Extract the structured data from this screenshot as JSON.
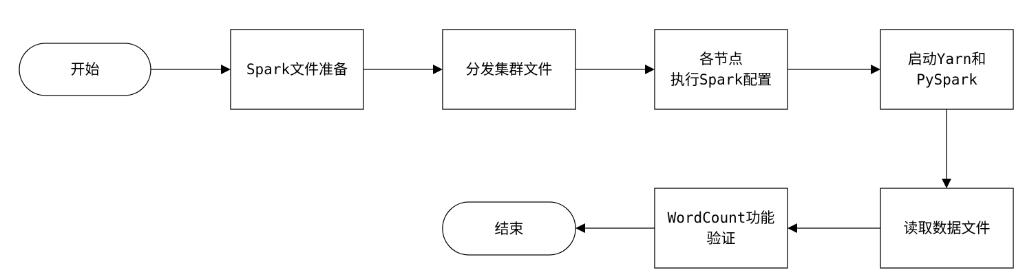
{
  "nodes": {
    "start": {
      "lines": [
        "开始"
      ]
    },
    "spark_prep": {
      "lines": [
        "Spark文件准备"
      ]
    },
    "distribute": {
      "lines": [
        "分发集群文件"
      ]
    },
    "node_config": {
      "lines": [
        "各节点",
        "执行Spark配置"
      ]
    },
    "start_yarn": {
      "lines": [
        "启动Yarn和",
        "PySpark"
      ]
    },
    "read_data": {
      "lines": [
        "读取数据文件"
      ]
    },
    "wordcount": {
      "lines": [
        "WordCount功能",
        "验证"
      ]
    },
    "end": {
      "lines": [
        "结束"
      ]
    }
  },
  "edges": [
    {
      "from": "start",
      "to": "spark_prep"
    },
    {
      "from": "spark_prep",
      "to": "distribute"
    },
    {
      "from": "distribute",
      "to": "node_config"
    },
    {
      "from": "node_config",
      "to": "start_yarn"
    },
    {
      "from": "start_yarn",
      "to": "read_data"
    },
    {
      "from": "read_data",
      "to": "wordcount"
    },
    {
      "from": "wordcount",
      "to": "end"
    }
  ]
}
